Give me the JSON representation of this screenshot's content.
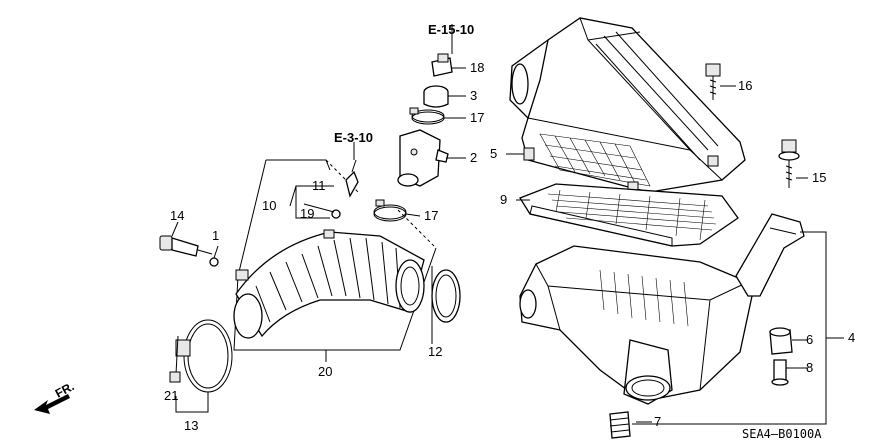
{
  "diagram": {
    "labels": {
      "p1": "1",
      "p2": "2",
      "p3": "3",
      "p4": "4",
      "p5": "5",
      "p6": "6",
      "p7": "7",
      "p8": "8",
      "p9": "9",
      "p10": "10",
      "p11": "11",
      "p12": "12",
      "p13": "13",
      "p14": "14",
      "p15": "15",
      "p16": "16",
      "p17a": "17",
      "p17b": "17",
      "p18": "18",
      "p19": "19",
      "p20": "20",
      "p21": "21"
    },
    "refs": {
      "top": "E-15-10",
      "mid": "E-3-10"
    },
    "direction": "FR.",
    "code": "SEA4—B0100A"
  }
}
